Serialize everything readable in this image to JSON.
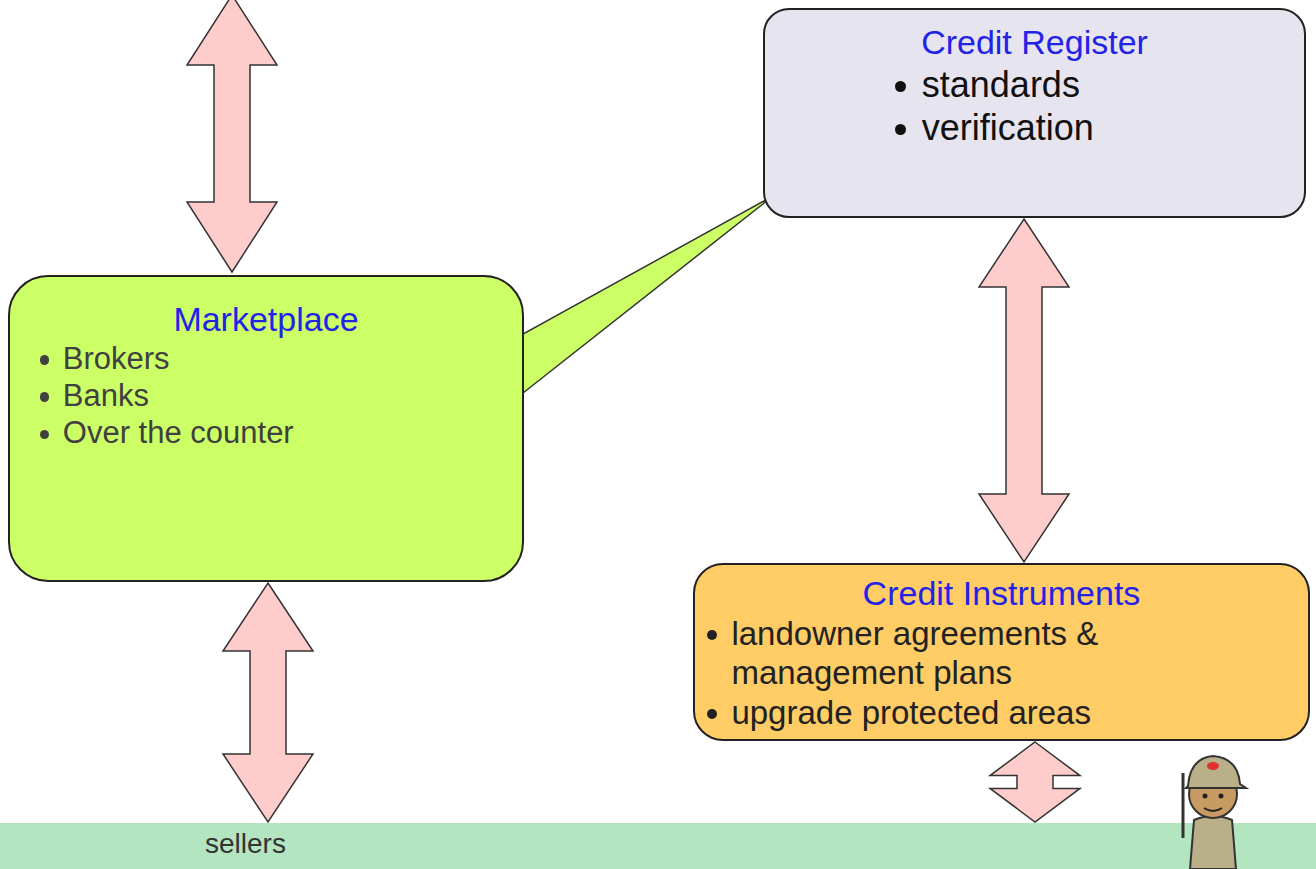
{
  "diagram": {
    "nodes": [
      {
        "text": [
          "Credit Register",
          "standards",
          "verification"
        ]
      },
      {
        "text": [
          "Marketplace",
          "Brokers",
          "Banks",
          "Over the counter"
        ]
      },
      {
        "text": [
          "Credit Instruments",
          "landowner agreements & management plans",
          "upgrade protected areas"
        ]
      },
      {
        "text": [
          "sellers"
        ]
      }
    ],
    "edges": [
      {
        "from": 1,
        "to": 0,
        "arrow": "none"
      },
      {
        "from": 0,
        "to": 2,
        "arrow": "both"
      },
      {
        "from": 1,
        "to": 3,
        "arrow": "both"
      },
      {
        "from": 2,
        "to": 3,
        "arrow": "both"
      }
    ]
  }
}
